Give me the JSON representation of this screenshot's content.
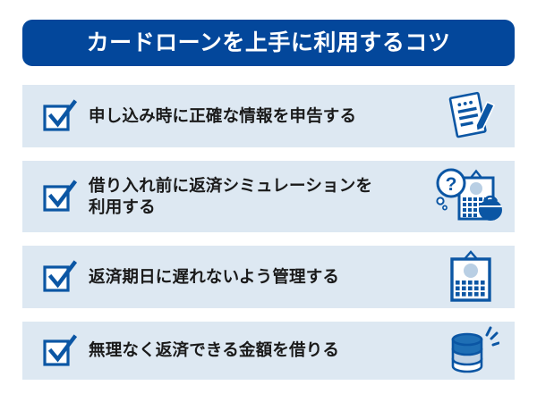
{
  "header": {
    "title": "カードローンを上手に利用するコツ",
    "background_color": "#03479b",
    "text_color": "#ffffff"
  },
  "theme": {
    "page_background": "#ffffff",
    "row_background": "#dde8f2",
    "accent_blue": "#03479b",
    "icon_blue": "#0b56a4",
    "icon_light_blue": "#b9cfe4",
    "text_color": "#1a1a1a"
  },
  "tips": [
    {
      "checkbox_icon": "checked-checkbox-icon",
      "lines": [
        "申し込み時に正確な情報を申告する"
      ],
      "icon": "document-with-pen-icon"
    },
    {
      "checkbox_icon": "checked-checkbox-icon",
      "lines": [
        "借り入れ前に返済シミュレーションを",
        "利用する"
      ],
      "icon": "calculator-question-purse-icon"
    },
    {
      "checkbox_icon": "checked-checkbox-icon",
      "lines": [
        "返済期日に遅れないよう管理する"
      ],
      "icon": "wall-calendar-icon"
    },
    {
      "checkbox_icon": "checked-checkbox-icon",
      "lines": [
        "無理なく返済できる金額を借りる"
      ],
      "icon": "coin-stack-icon"
    }
  ]
}
